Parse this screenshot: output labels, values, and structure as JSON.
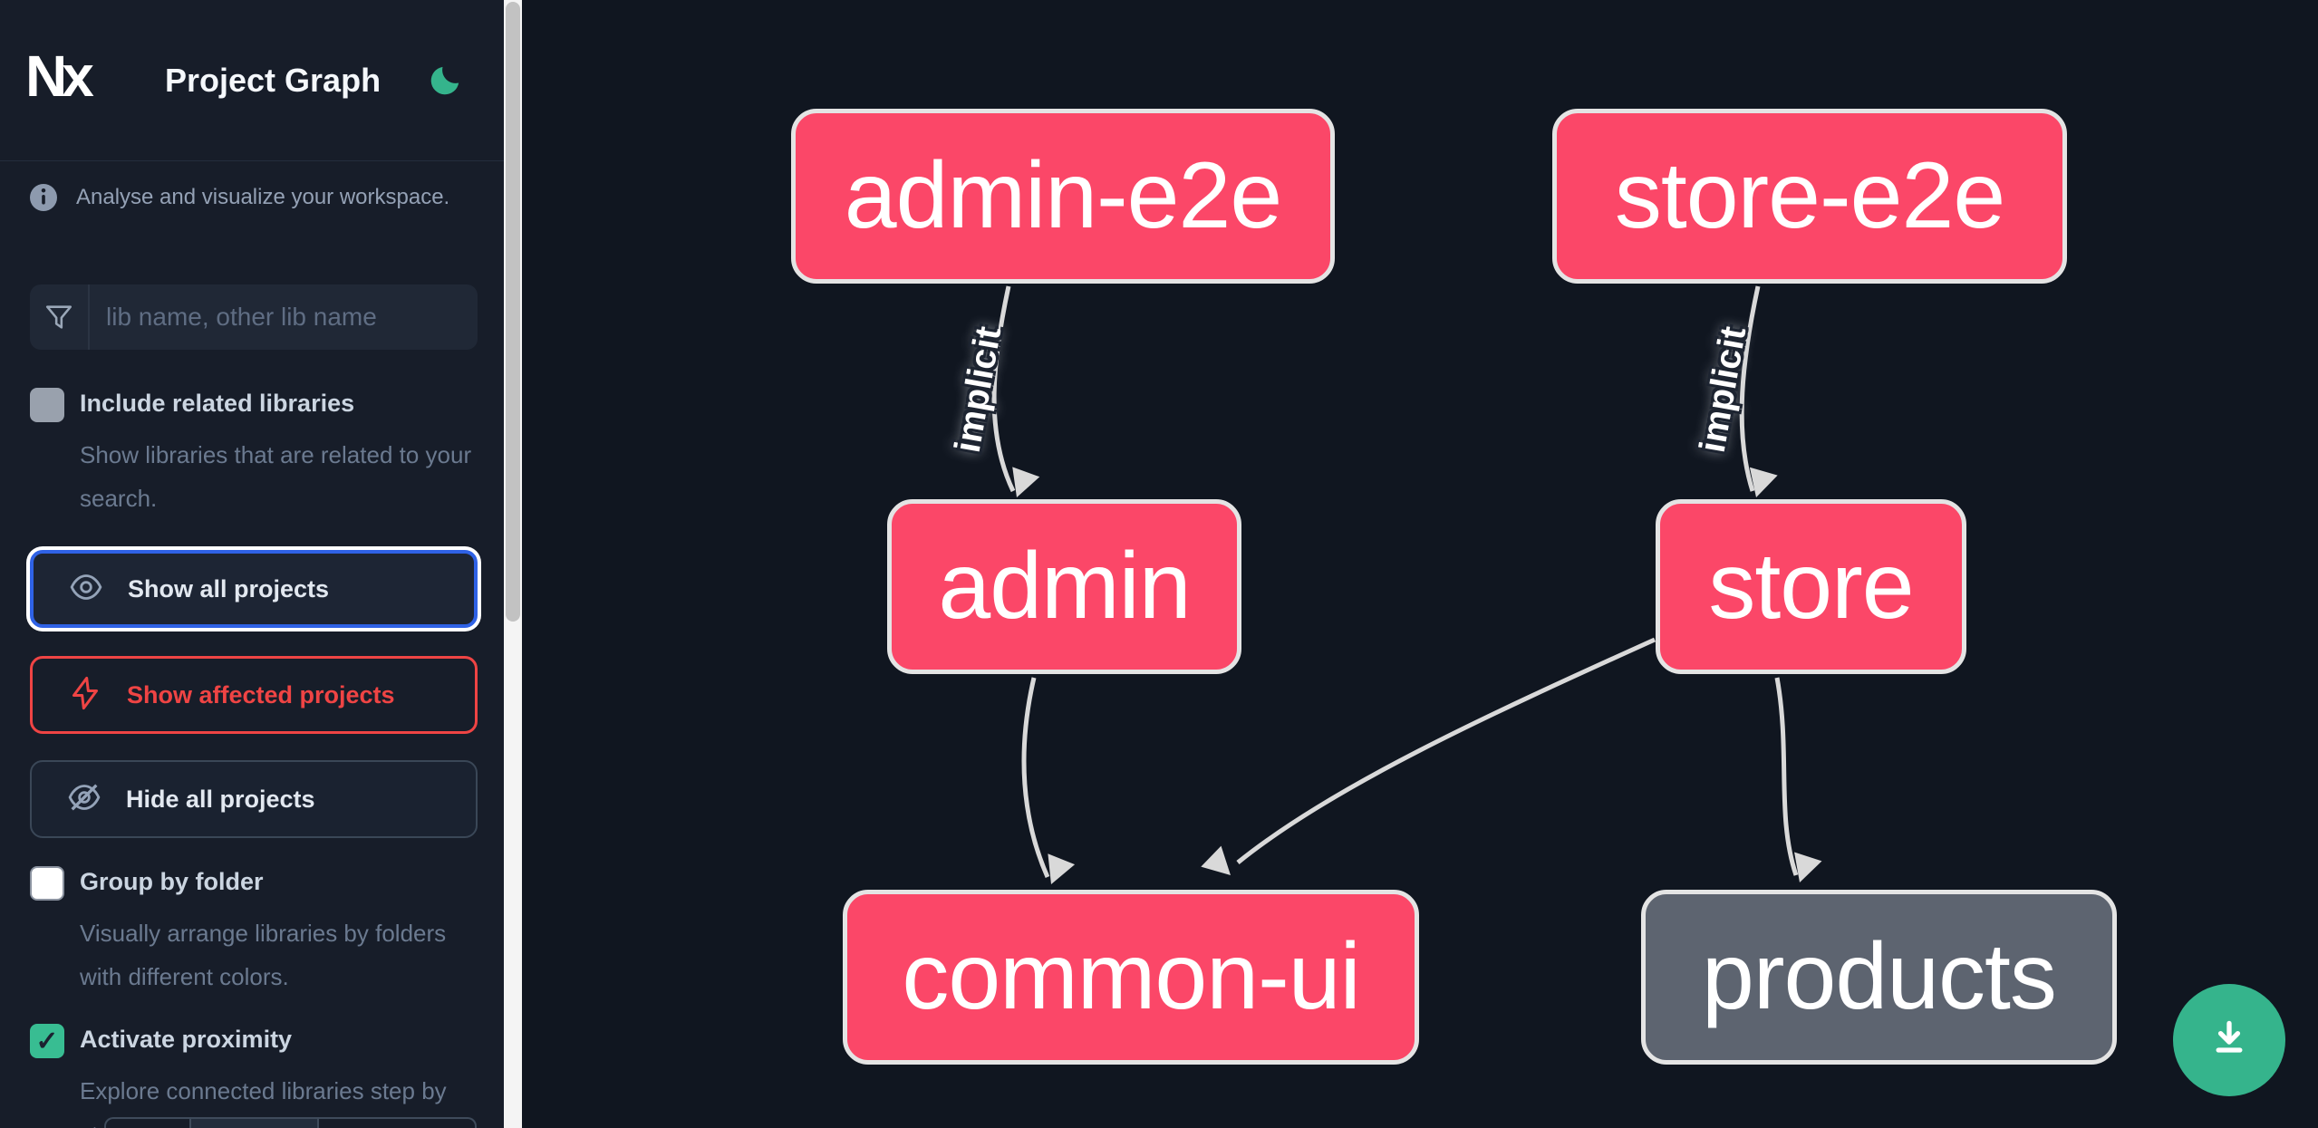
{
  "header": {
    "app_name": "Nx",
    "title": "Project Graph",
    "theme_toggle_icon": "moon"
  },
  "sidebar": {
    "tagline": "Analyse and visualize your workspace.",
    "search": {
      "placeholder": "lib name, other lib name",
      "value": "",
      "icon": "funnel-filter-icon"
    },
    "options": [
      {
        "label": "Include related libraries",
        "description": "Show libraries that are related to your search.",
        "checked": false
      },
      {
        "label": "Group by folder",
        "description": "Visually arrange libraries by folders with different colors.",
        "checked": false
      },
      {
        "label": "Activate proximity",
        "description": "Explore connected libraries step by step.",
        "checked": true,
        "checkmark": "✓"
      }
    ],
    "buttons": [
      {
        "label": "Show all projects",
        "icon": "eye-icon",
        "state": "focused"
      },
      {
        "label": "Show affected projects",
        "icon": "bolt-icon",
        "state": "danger"
      },
      {
        "label": "Hide all projects",
        "icon": "eye-off-icon",
        "state": "default"
      }
    ]
  },
  "graph": {
    "nodes": [
      {
        "id": "admin-e2e",
        "label": "admin-e2e",
        "kind": "affected"
      },
      {
        "id": "store-e2e",
        "label": "store-e2e",
        "kind": "affected"
      },
      {
        "id": "admin",
        "label": "admin",
        "kind": "affected"
      },
      {
        "id": "store",
        "label": "store",
        "kind": "affected"
      },
      {
        "id": "common-ui",
        "label": "common-ui",
        "kind": "affected"
      },
      {
        "id": "products",
        "label": "products",
        "kind": "normal"
      }
    ],
    "edges": [
      {
        "from": "admin-e2e",
        "to": "admin",
        "label": "implicit"
      },
      {
        "from": "store-e2e",
        "to": "store",
        "label": "implicit"
      },
      {
        "from": "admin",
        "to": "common-ui",
        "label": ""
      },
      {
        "from": "store",
        "to": "common-ui",
        "label": ""
      },
      {
        "from": "store",
        "to": "products",
        "label": ""
      }
    ]
  },
  "fab": {
    "icon": "download-icon"
  },
  "colors": {
    "accent_green": "#35b48c",
    "node_affected_pink": "#fb4768",
    "node_gray": "#5d6470",
    "node_border": "#e4e4e4",
    "edge_gray": "#d9d9d9",
    "focus_blue": "#2f62e6",
    "danger_red": "#ef4444",
    "sidebar_bg": "#171d29",
    "canvas_bg": "#101620"
  }
}
